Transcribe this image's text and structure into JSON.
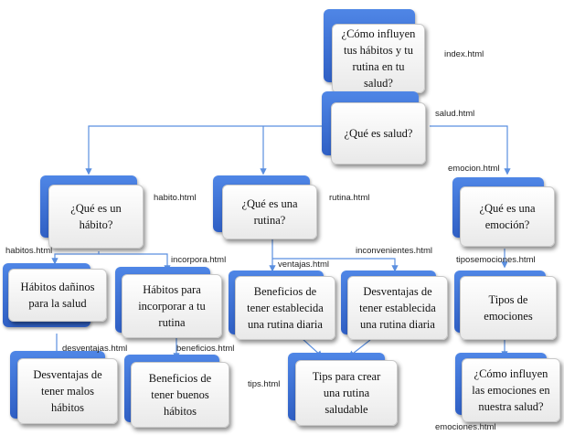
{
  "nodes": {
    "root": "¿Cómo influyen tus hábitos y tu rutina en tu salud?",
    "salud": "¿Qué es salud?",
    "habito": "¿Qué es un hábito?",
    "rutina": "¿Qué es una rutina?",
    "emocion": "¿Qué es una emoción?",
    "danos": "Hábitos dañinos para la salud",
    "incorporar": "Hábitos para incorporar a tu rutina",
    "beneficios_rutina": "Beneficios de tener establecida una rutina diaria",
    "desventajas_rutina": "Desventajas de tener establecida una rutina diaria",
    "tipos": "Tipos de emociones",
    "malos": "Desventajas de tener malos hábitos",
    "buenos": "Beneficios de tener buenos hábitos",
    "tips": "Tips para crear una rutina saludable",
    "emociones_salud": "¿Cómo influyen las emociones en nuestra salud?"
  },
  "files": {
    "index": "index.html",
    "salud": "salud.html",
    "emocion": "emocion.html",
    "habito": "habito.html",
    "rutina": "rutina.html",
    "habitos": "habitos.html",
    "incorpora": "incorpora.html",
    "inconvenientes": "inconvenientes.html",
    "ventajas": "ventajas.html",
    "tiposemociones": "tiposemociones.html",
    "desventajas": "desventajas.html",
    "beneficios": "beneficios.html",
    "tips": "tips.html",
    "emociones": "emociones.html"
  },
  "colors": {
    "tab": "#3a6fd6",
    "connector": "#5b8fe0",
    "card": "#f2f2f2"
  }
}
